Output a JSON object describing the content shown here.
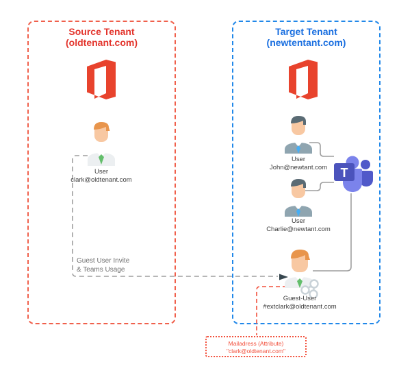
{
  "colors": {
    "source_accent": "#E3342C",
    "source_border": "#F0604C",
    "target_accent": "#1A6FE0",
    "target_border": "#2188E9",
    "office_red": "#E8432D",
    "teams_square": "#4B53BC",
    "teams_person_light": "#7B83EB",
    "teams_person_dark": "#5059C9",
    "connector_gray": "#9E9E9E",
    "arrow_dark": "#37474F",
    "note_gray": "#6E6E6E",
    "label_dark": "#3C3C3C",
    "attribute_red": "#F2503C",
    "hair_orange": "#E8954C",
    "hair_dark": "#5A6B74",
    "suit_gray": "#8FA5B0",
    "shirt_light": "#ECEFF1",
    "tie_green": "#63BE6B",
    "tie_blue": "#45AEF5",
    "skin": "#F8C8A2"
  },
  "source_tenant": {
    "title_line1": "Source Tenant",
    "title_line2": "(oldtenant.com)",
    "user": {
      "label": "User",
      "email": "clark@oldtenant.com"
    }
  },
  "target_tenant": {
    "title_line1": "Target Tenant",
    "title_line2": "(newtentant.com)",
    "users": [
      {
        "label": "User",
        "email": "John@newtant.com"
      },
      {
        "label": "User",
        "email": "Charlie@newtant.com"
      }
    ],
    "guest_user": {
      "label": "Guest-User",
      "email": "#extclark@oldtenant.com"
    }
  },
  "annotations": {
    "invite_line1": "Guest User Invite",
    "invite_line2": "& Teams Usage",
    "mail_attribute_line1": "Mailadress (Attribute)",
    "mail_attribute_line2": "\"clark@oldtenant.com\""
  },
  "icons": {
    "teams_letter": "T"
  }
}
